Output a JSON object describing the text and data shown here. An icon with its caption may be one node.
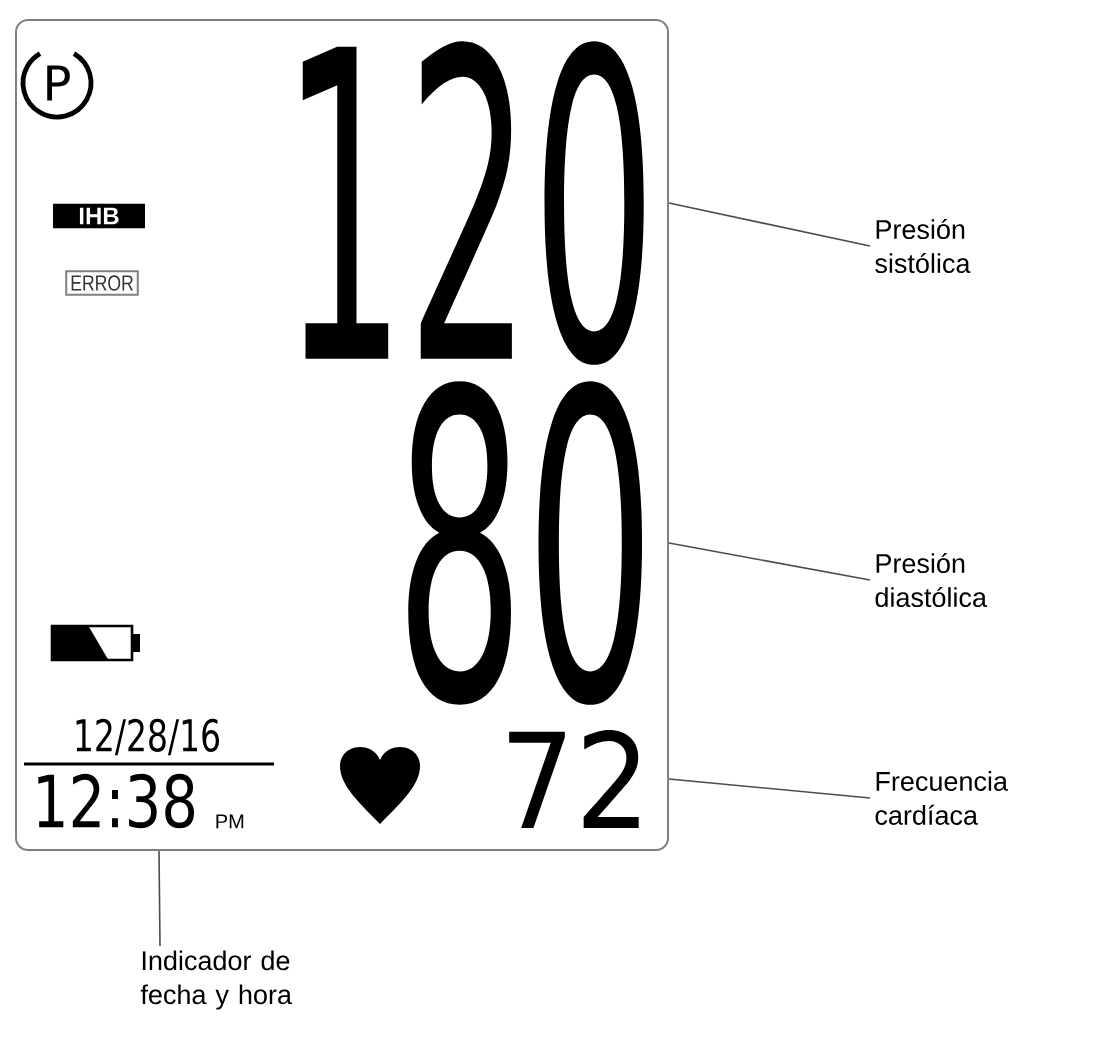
{
  "diagram": {
    "nodes": [
      {
        "text": [],
        "shape": "box"
      },
      {
        "text": [
          "P"
        ],
        "in": 0
      },
      {
        "text": [
          "IHB"
        ],
        "in": 0
      },
      {
        "text": [
          "ERROR"
        ],
        "in": 0
      },
      {
        "text": [
          "120"
        ],
        "in": 0
      },
      {
        "text": [
          "80"
        ],
        "in": 0
      },
      {
        "text": [
          "12/28/16"
        ],
        "in": 0
      },
      {
        "text": [
          "12:38",
          "PM"
        ],
        "in": 0
      },
      {
        "text": [
          "72"
        ],
        "in": 0
      },
      {
        "text": [
          "Presión sistólica"
        ]
      },
      {
        "text": [
          "Presión diastólica"
        ]
      },
      {
        "text": [
          "Frecuencia cardíaca"
        ]
      },
      {
        "text": [
          "Indicador de fecha y hora"
        ]
      }
    ],
    "edges": [
      {
        "from": 9,
        "to": 4,
        "arrow": "none"
      },
      {
        "from": 10,
        "to": 5,
        "arrow": "none"
      },
      {
        "from": 11,
        "to": 8,
        "arrow": "none"
      },
      {
        "from": 12,
        "to": 7,
        "arrow": "none"
      }
    ]
  }
}
